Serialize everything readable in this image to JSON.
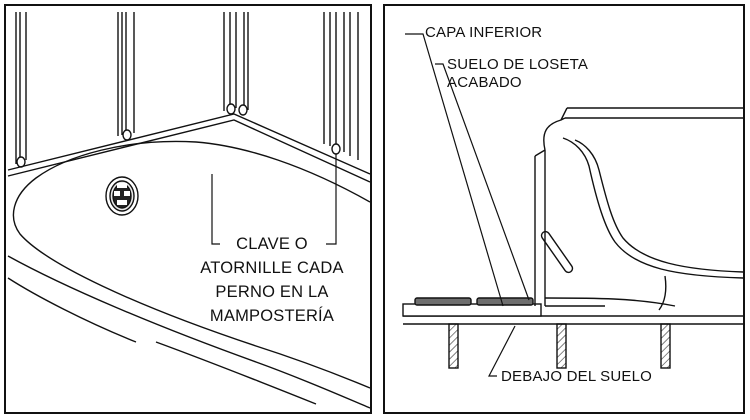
{
  "left_panel": {
    "callout_lines": [
      "CLAVE O",
      "ATORNILLE CADA",
      "PERNO EN LA",
      "MAMPOSTERÍA"
    ]
  },
  "right_panel": {
    "label_bottom_layer": "CAPA INFERIOR",
    "label_finished_floor_line1": "SUELO DE LOSETA",
    "label_finished_floor_line2": "ACABADO",
    "label_subfloor": "DEBAJO DEL SUELO"
  },
  "colors": {
    "line": "#111111",
    "tile": "#6e6e6e",
    "hatch": "#333333"
  }
}
